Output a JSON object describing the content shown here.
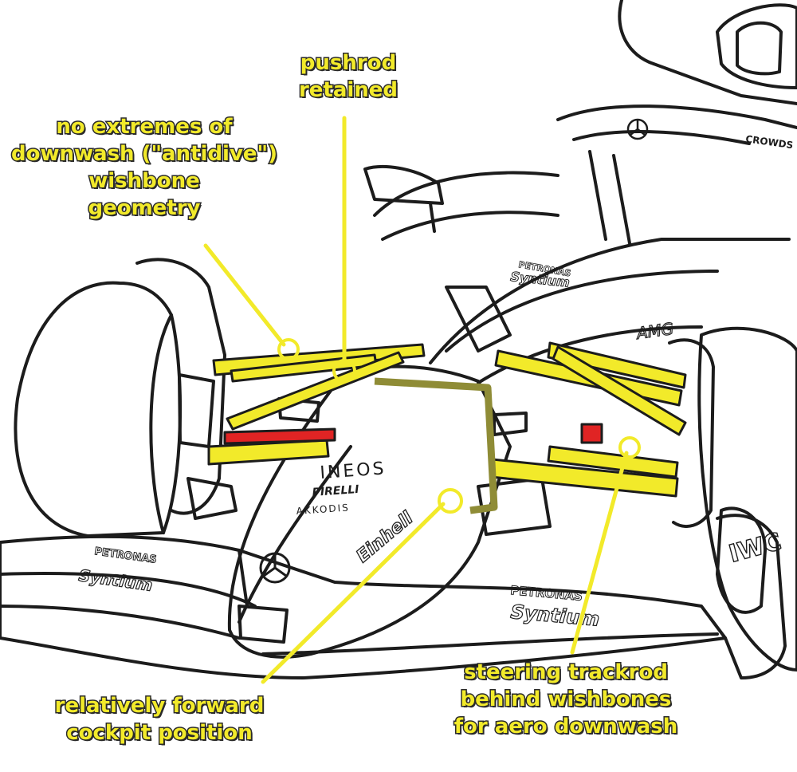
{
  "colors": {
    "highlight": "#f2ea2a",
    "highlight_dark": "#d9cf12",
    "pushrod_red": "#e02424",
    "outline": "#1c1c1c",
    "cockpit_marker": "#8f8c36"
  },
  "labels": {
    "pushrod": [
      "pushrod",
      "retained"
    ],
    "antidive": [
      "no extremes of",
      "downwash (\"antidive\")",
      "wishbone",
      "geometry"
    ],
    "cockpit": [
      "relatively forward",
      "cockpit position"
    ],
    "trackrod": [
      "steering trackrod",
      "behind wishbones",
      "for aero downwash"
    ]
  },
  "livery": {
    "ineos": "INEOS",
    "pirelli": "PIRELLI",
    "akkodis": "AKKODIS",
    "einhell": "Einhell",
    "amg": "AMG",
    "iwc": "IWC",
    "petronas": "PETRONAS",
    "syntium": "Syntium",
    "crowdstrike": "CROWDS"
  }
}
